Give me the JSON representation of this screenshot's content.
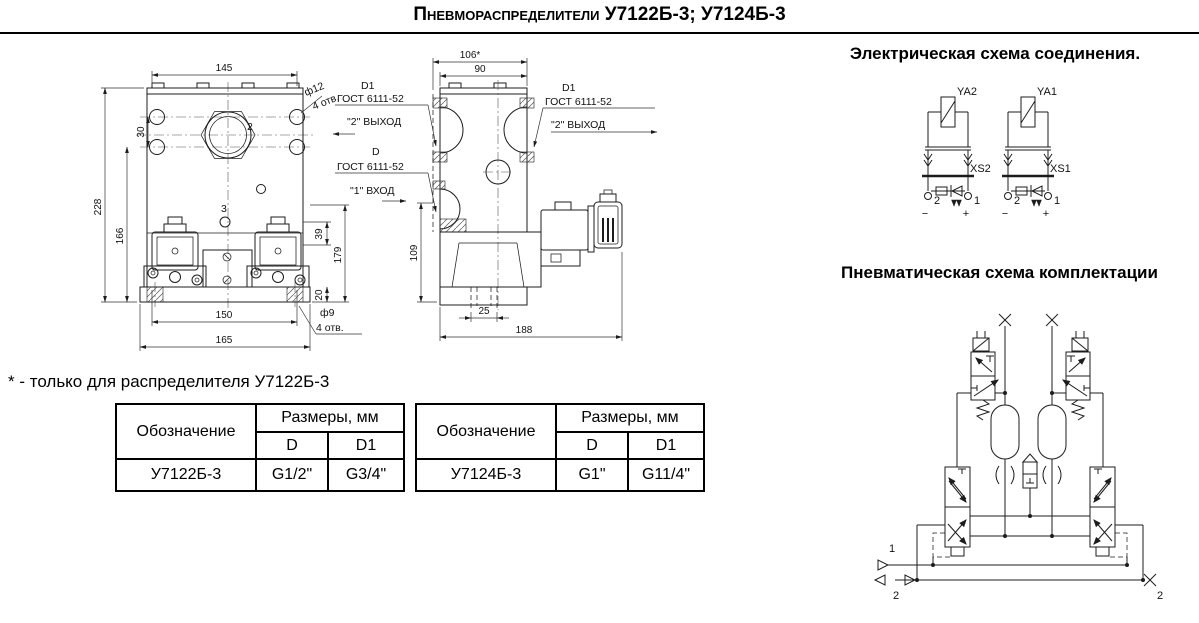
{
  "title": {
    "name": "Пневмораспределители",
    "models": "У7122Б-3; У7124Б-3"
  },
  "front_view": {
    "dim_145": "145",
    "dim_228": "228",
    "dim_166": "166",
    "dim_30": "30",
    "dim_39": "39",
    "dim_179": "179",
    "dim_20": "20",
    "dim_150": "150",
    "dim_165": "165",
    "phi12": "ф12",
    "phi12_holes": "4 отв.",
    "phi9": "ф9",
    "phi9_holes": "4 отв.",
    "callout_2": "2",
    "callout_3": "3"
  },
  "side_view": {
    "dim_106": "106*",
    "dim_90": "90",
    "dim_109": "109",
    "dim_25": "25",
    "dim_188": "188"
  },
  "port_labels": {
    "out_left_d": "D1",
    "out_left_gost": "ГОСТ 6111-52",
    "out_left_port": "\"2\" ВЫХОД",
    "in_d": "D",
    "in_gost": "ГОСТ 6111-52",
    "in_port": "\"1\" ВХОД",
    "out_right_d": "D1",
    "out_right_gost": "ГОСТ 6111-52",
    "out_right_port": "\"2\" ВЫХОД"
  },
  "electrical": {
    "heading": "Электрическая схема соединения.",
    "coil_left": "YA2",
    "coil_right": "YA1",
    "socket_left": "XS2",
    "socket_right": "XS1",
    "pin2": "2",
    "pin1": "1",
    "minus": "−",
    "plus": "+"
  },
  "pneumatic": {
    "heading": "Пневматическая схема комплектации",
    "port_1": "1",
    "port_2a": "2",
    "port_2b": "2"
  },
  "note": "* - только для распределителя У7122Б-3",
  "tables": [
    {
      "designation_header": "Обозначение",
      "sizes_header": "Размеры, мм",
      "d_header": "D",
      "d1_header": "D1",
      "designation": "У7122Б-3",
      "d": "G1/2\"",
      "d1": "G3/4\""
    },
    {
      "designation_header": "Обозначение",
      "sizes_header": "Размеры, мм",
      "d_header": "D",
      "d1_header": "D1",
      "designation": "У7124Б-3",
      "d": "G1\"",
      "d1": "G11/4\""
    }
  ]
}
